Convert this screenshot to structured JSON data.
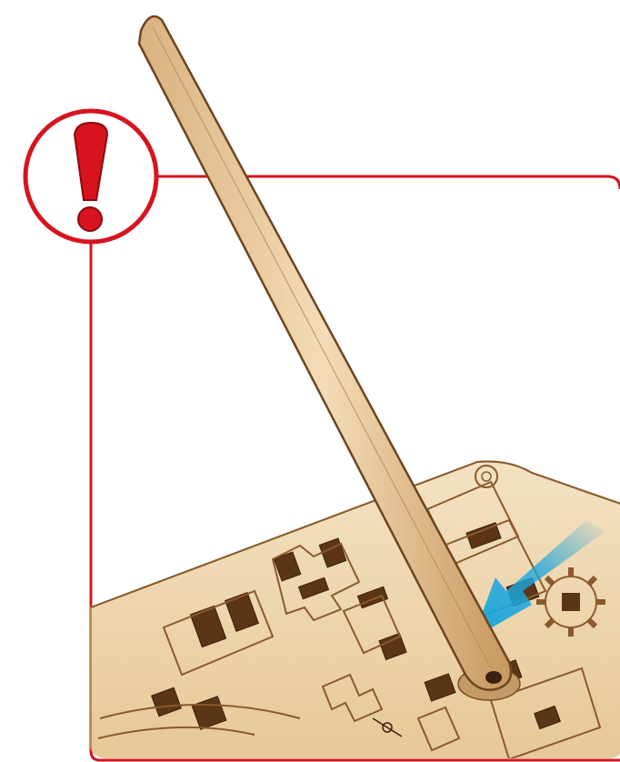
{
  "illustration": {
    "kind": "assembly-instruction-step",
    "warning_icon": "exclamation-warning-icon",
    "tool": "wooden-stick",
    "workpiece": "laser-cut-plywood-sheet",
    "pointer_icon": "blue-arrow-icon"
  },
  "colors": {
    "frame_red": "#d7141e",
    "wood_light": "#f0d9b3",
    "wood_mid": "#dcb782",
    "wood_dark": "#8a5a2e",
    "arrow_blue": "#1aa5de",
    "background": "#ffffff"
  }
}
